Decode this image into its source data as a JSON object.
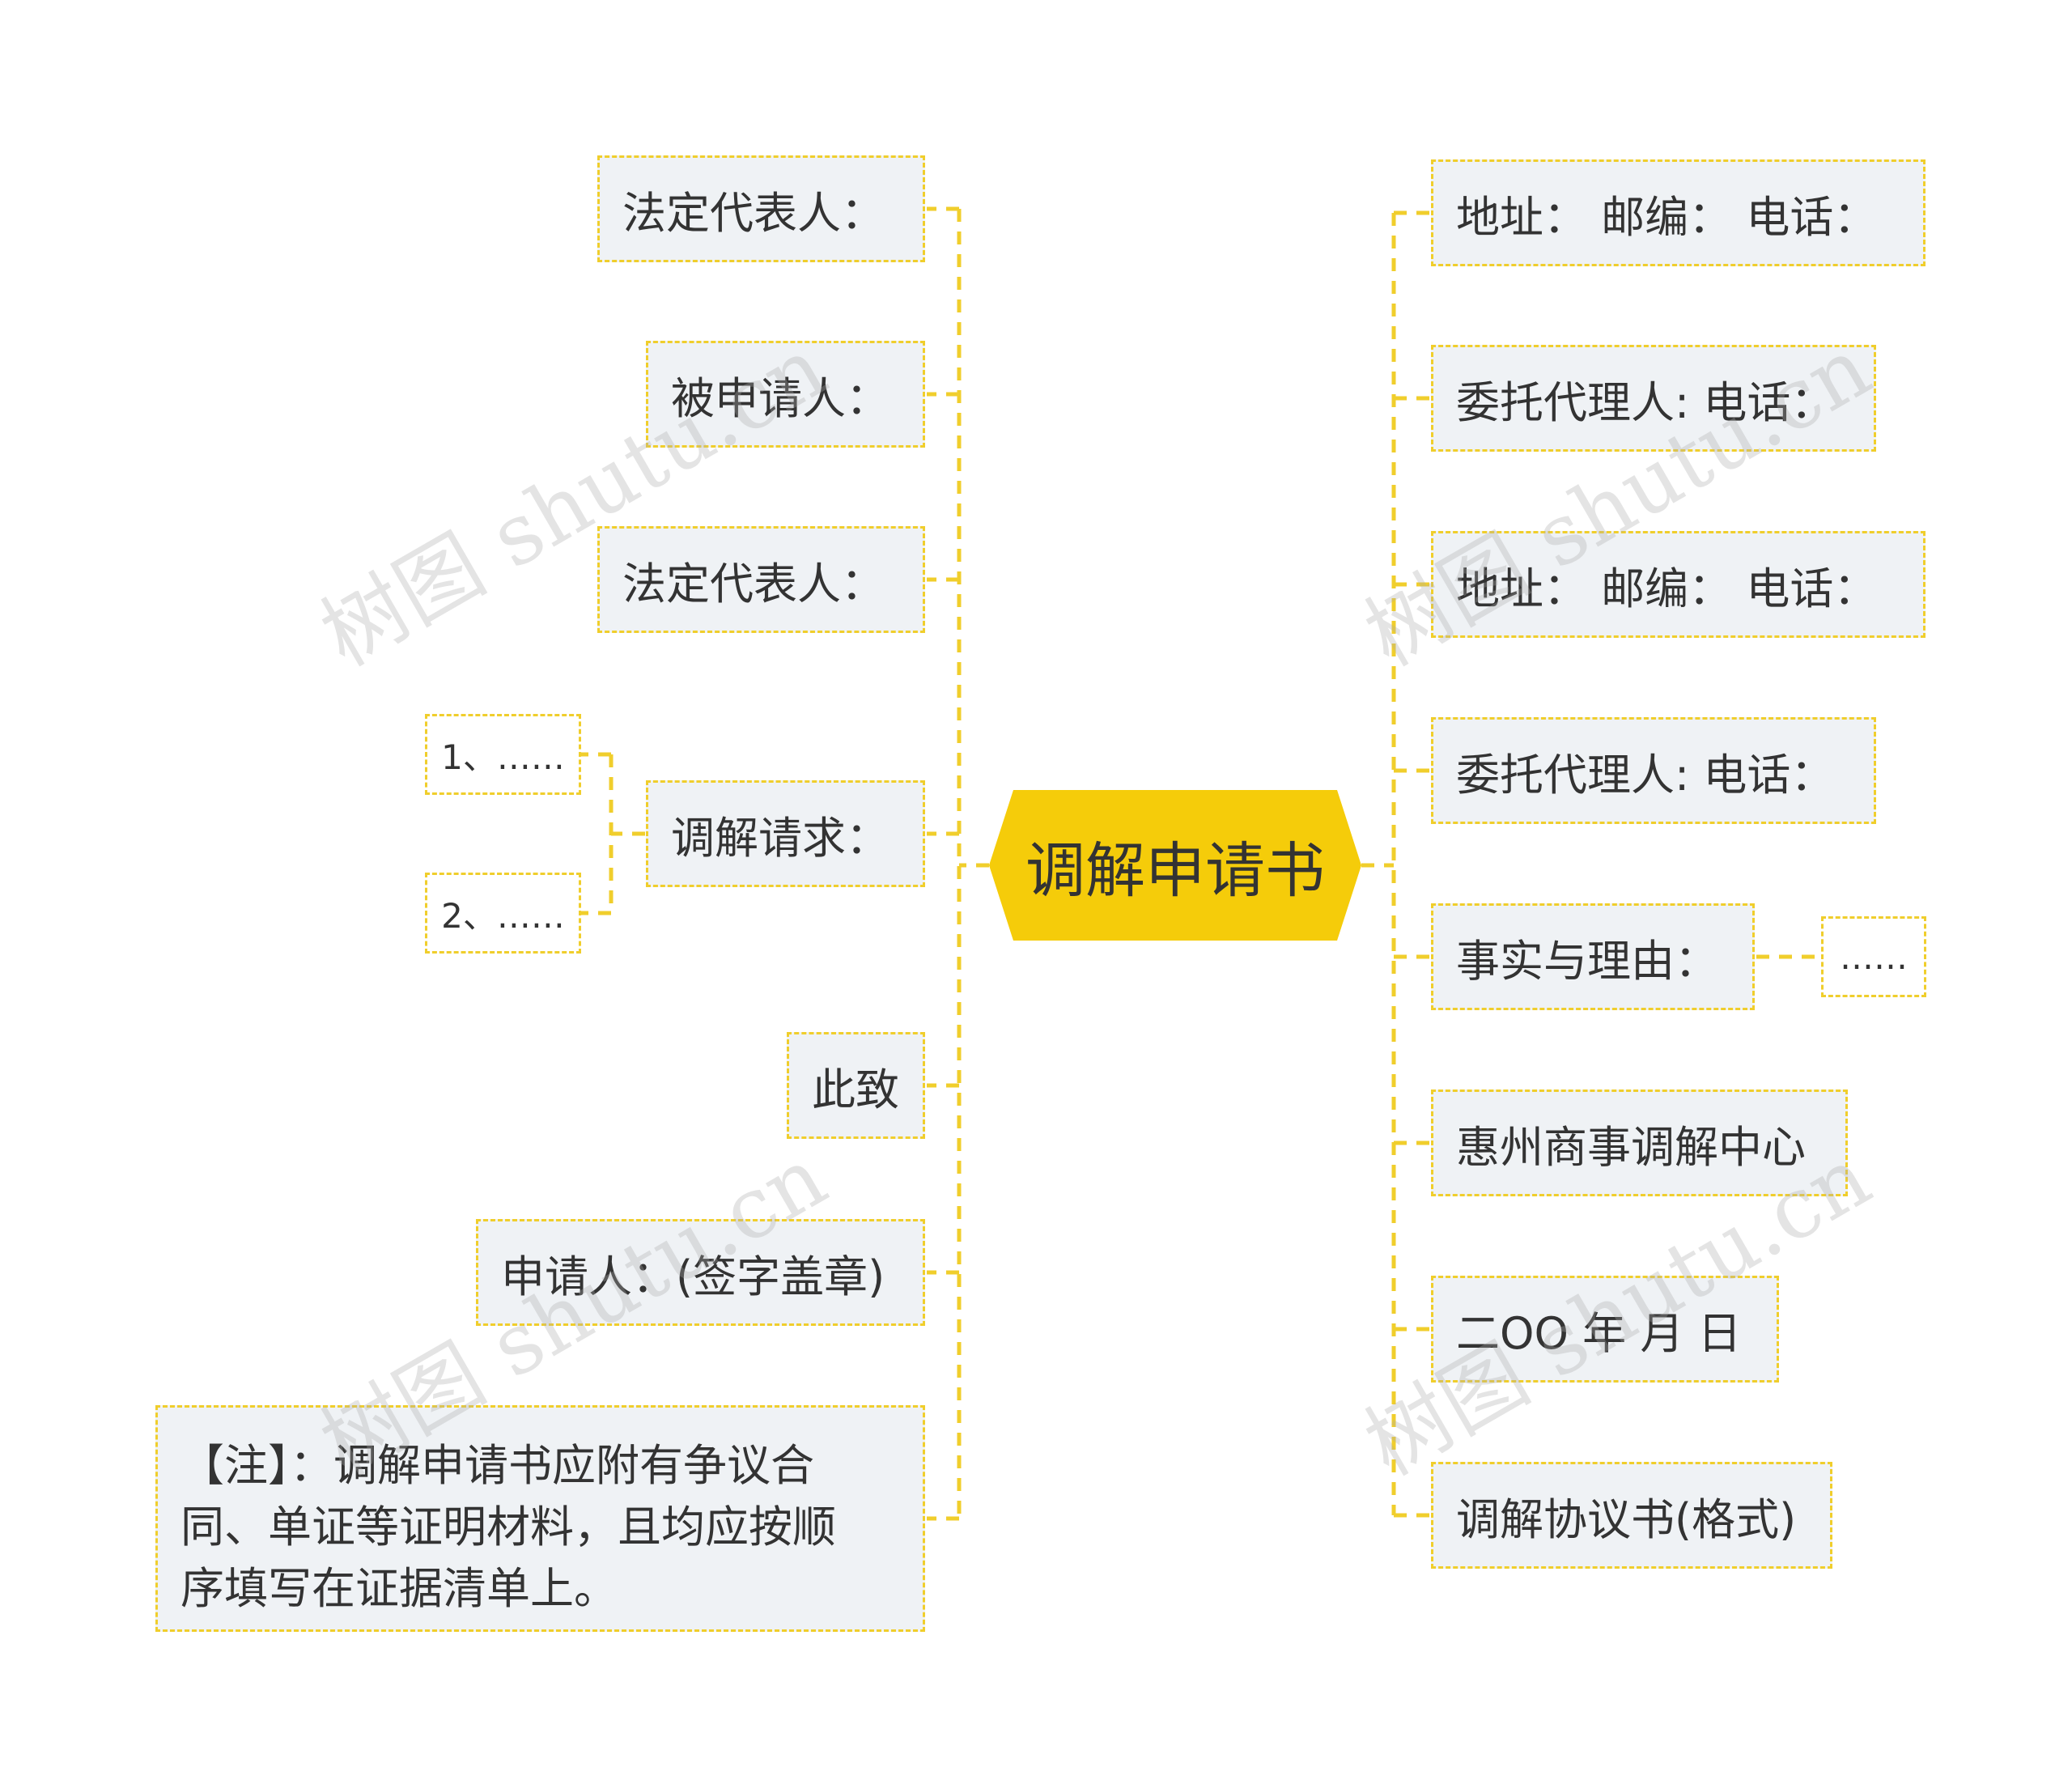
{
  "colors": {
    "root_fill": "#f5cc0a",
    "connector": "#f0ce2c",
    "node_fill": "#eff2f5",
    "text": "#333333"
  },
  "root": {
    "label": "调解申请书"
  },
  "left_nodes": [
    {
      "label": "法定代表人："
    },
    {
      "label": "被申请人："
    },
    {
      "label": "法定代表人："
    },
    {
      "label": "调解请求：",
      "children": [
        "1、……",
        "2、……"
      ]
    },
    {
      "label": "此致"
    },
    {
      "label": "申请人：(签字盖章)"
    },
    {
      "label_lines": [
        "【注】：调解申请书应附有争议合",
        "同、单证等证明材料，且均应按顺",
        "序填写在证据清单上。"
      ]
    }
  ],
  "right_nodes": [
    {
      "label": "地址：  邮编：  电话："
    },
    {
      "label": "委托代理人: 电话："
    },
    {
      "label": "地址：  邮编：  电话："
    },
    {
      "label": "委托代理人: 电话："
    },
    {
      "label": "事实与理由：",
      "children": [
        "……"
      ]
    },
    {
      "label": "惠州商事调解中心"
    },
    {
      "label": "二OO 年 月 日"
    },
    {
      "label": "调解协议书(格式)"
    }
  ],
  "watermark": "树图 shutu.cn"
}
